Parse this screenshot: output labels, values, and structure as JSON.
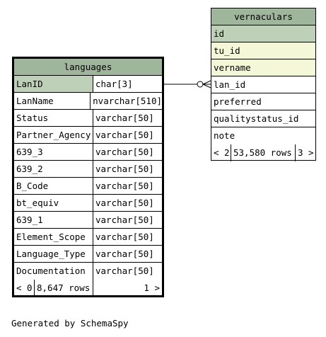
{
  "tables": {
    "languages": {
      "name": "languages",
      "columns": [
        {
          "name": "LanID",
          "type": "char[3]",
          "kind": "pk"
        },
        {
          "name": "LanName",
          "type": "nvarchar[510]",
          "kind": ""
        },
        {
          "name": "Status",
          "type": "varchar[50]",
          "kind": ""
        },
        {
          "name": "Partner_Agency",
          "type": "varchar[50]",
          "kind": ""
        },
        {
          "name": "639_3",
          "type": "varchar[50]",
          "kind": ""
        },
        {
          "name": "639_2",
          "type": "varchar[50]",
          "kind": ""
        },
        {
          "name": "B_Code",
          "type": "varchar[50]",
          "kind": ""
        },
        {
          "name": "bt_equiv",
          "type": "varchar[50]",
          "kind": ""
        },
        {
          "name": "639_1",
          "type": "varchar[50]",
          "kind": ""
        },
        {
          "name": "Element_Scope",
          "type": "varchar[50]",
          "kind": ""
        },
        {
          "name": "Language_Type",
          "type": "varchar[50]",
          "kind": ""
        },
        {
          "name": "Documentation",
          "type": "varchar[50]",
          "kind": ""
        }
      ],
      "footer": {
        "parents": "< 0",
        "rows": "8,647 rows",
        "children": "1 >"
      }
    },
    "vernaculars": {
      "name": "vernaculars",
      "columns": [
        {
          "name": "id",
          "kind": "pk"
        },
        {
          "name": "tu_id",
          "kind": "fk"
        },
        {
          "name": "vername",
          "kind": "fk"
        },
        {
          "name": "lan_id",
          "kind": ""
        },
        {
          "name": "preferred",
          "kind": ""
        },
        {
          "name": "qualitystatus_id",
          "kind": ""
        },
        {
          "name": "note",
          "kind": ""
        }
      ],
      "footer": {
        "parents": "< 2",
        "rows": "53,580 rows",
        "children": "3 >"
      }
    }
  },
  "colors": {
    "header": "#9fb59c",
    "primary_key": "#bed1b8",
    "foreign_key": "#f5f7d9",
    "border": "#000000"
  },
  "generated_by": "Generated by SchemaSpy"
}
